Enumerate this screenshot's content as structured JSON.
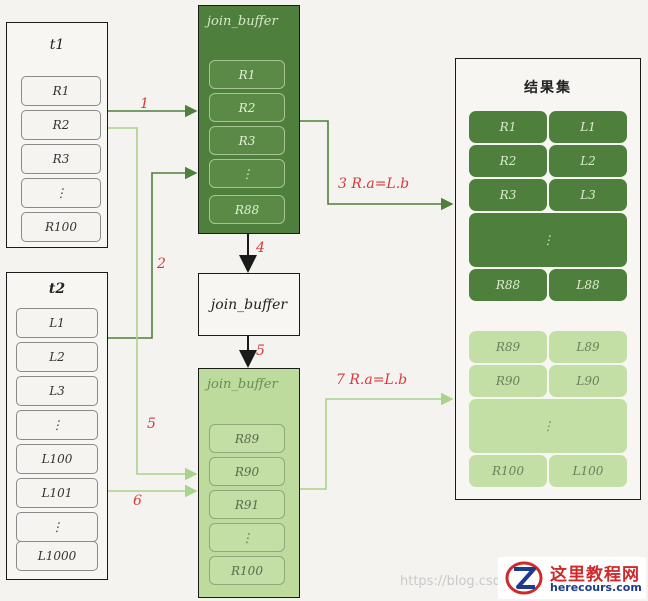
{
  "t1": {
    "title": "t1",
    "rows": [
      "R1",
      "R2",
      "R3",
      "⋮",
      "R100"
    ]
  },
  "t2": {
    "title": "t2",
    "rows": [
      "L1",
      "L2",
      "L3",
      "⋮",
      "L100",
      "L101",
      "⋮",
      "L1000"
    ]
  },
  "join_buffer_1": {
    "title": "join_buffer",
    "rows": [
      "R1",
      "R2",
      "R3",
      "⋮",
      "R88"
    ]
  },
  "join_buffer_empty": {
    "title": "join_buffer"
  },
  "join_buffer_2": {
    "title": "join_buffer",
    "rows": [
      "R89",
      "R90",
      "R91",
      "⋮",
      "R100"
    ]
  },
  "result_set": {
    "title": "结果集",
    "dark_rows": [
      {
        "left": "R1",
        "right": "L1"
      },
      {
        "left": "R2",
        "right": "L2"
      },
      {
        "left": "R3",
        "right": "L3"
      },
      {
        "left": "⋮",
        "right": ""
      },
      {
        "left": "R88",
        "right": "L88"
      }
    ],
    "light_rows": [
      {
        "left": "R89",
        "right": "L89"
      },
      {
        "left": "R90",
        "right": "L90"
      },
      {
        "left": "⋮",
        "right": ""
      },
      {
        "left": "R100",
        "right": "L100"
      }
    ]
  },
  "step_labels": {
    "s1": "1",
    "s2": "2",
    "s3": "3 R.a=L.b",
    "s4": "4",
    "s5a": "5",
    "s5b": "5",
    "s6": "6",
    "s7": "7 R.a=L.b"
  },
  "watermark": "https://blog.csd",
  "logo": {
    "line1": "这里教程网",
    "line2": "herecours.com"
  },
  "colors": {
    "dark_green": "#4f7f3c",
    "light_green": "#bcdb9c",
    "label_red": "#d8393b",
    "arrow_dark": "#4f7f3c",
    "arrow_light": "#a9d38a"
  }
}
